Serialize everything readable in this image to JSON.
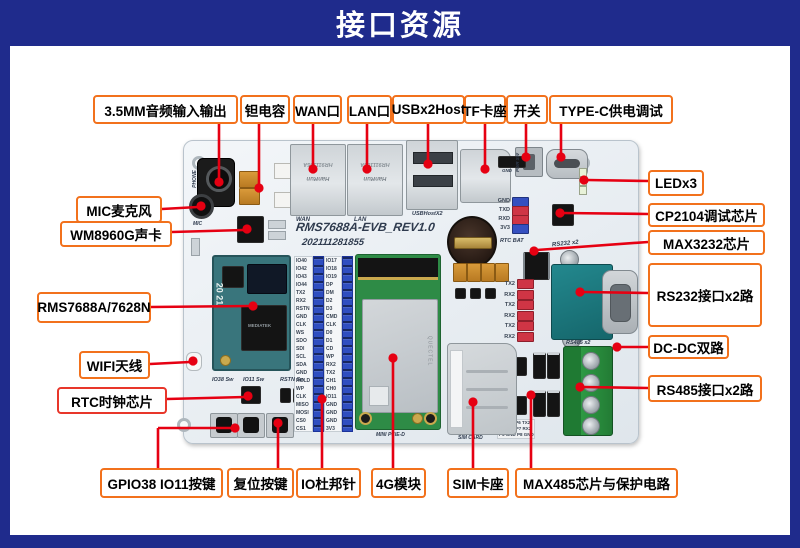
{
  "title": "接口资源",
  "colors": {
    "banner": "#1f2b8c",
    "label_border": "#f2711c",
    "label_border_red": "#e8362a",
    "line": "#e60012",
    "board": "#e9eef3"
  },
  "callouts": [
    {
      "id": "audio",
      "text": "3.5MM音频输入输出"
    },
    {
      "id": "tantalum",
      "text": "钽电容"
    },
    {
      "id": "wan",
      "text": "WAN口"
    },
    {
      "id": "lan",
      "text": "LAN口"
    },
    {
      "id": "usb",
      "text": "USBx2Host"
    },
    {
      "id": "tf",
      "text": "TF卡座"
    },
    {
      "id": "switch",
      "text": "开关"
    },
    {
      "id": "typec",
      "text": "TYPE-C供电调试"
    },
    {
      "id": "mic",
      "text": "MIC麦克风"
    },
    {
      "id": "soundcard",
      "text": "WM8960G声卡"
    },
    {
      "id": "soc",
      "text": "RMS7688A/7628N"
    },
    {
      "id": "wifi",
      "text": "WIFI天线"
    },
    {
      "id": "rtc",
      "text": "RTC时钟芯片"
    },
    {
      "id": "gpio",
      "text": "GPIO38 IO11按键"
    },
    {
      "id": "reset",
      "text": "复位按键"
    },
    {
      "id": "iopins",
      "text": "IO杜邦针"
    },
    {
      "id": "module4g",
      "text": "4G模块"
    },
    {
      "id": "sim",
      "text": "SIM卡座"
    },
    {
      "id": "max485",
      "text": "MAX485芯片与保护电路"
    },
    {
      "id": "led",
      "text": "LEDx3"
    },
    {
      "id": "cp2104",
      "text": "CP2104调试芯片"
    },
    {
      "id": "max3232",
      "text": "MAX3232芯片"
    },
    {
      "id": "rs232",
      "text": "RS232接口x2路"
    },
    {
      "id": "dcdc",
      "text": "DC-DC双路"
    },
    {
      "id": "rs485",
      "text": "RS485接口x2路"
    }
  ],
  "board": {
    "silkscreen": {
      "model": "RMS7688A-EVB_REV1.0",
      "serial": "202111281855",
      "wan": "WAN",
      "lan": "LAN",
      "ethernet_brand": "HanRun",
      "ethernet_part": "HR911105A",
      "usb": "USBHostX2",
      "phone": "PHONE",
      "mic": "MIC",
      "pwr_sw": "PWR SW",
      "gnd": "GND",
      "rtc_bat": "RTC BAT",
      "rs232": "RS232 x2",
      "rs485": "RS485 x2",
      "mini_pcie": "MINI PCIE-D",
      "sim": "SIM CARD",
      "io38_sw": "IO38 Sw",
      "io11_sw": "IO11 Sw",
      "rstn_sw": "RSTN Sw",
      "soc_brand": "MEDIATEK",
      "soc_sticker": "20 21",
      "module_brand": "QUECTEL"
    },
    "debug_jumper_labels": [
      "GND",
      "TXD",
      "RXD",
      "3V3"
    ],
    "rs232_jumper_labels": [
      "TX2",
      "RX2",
      "TX2",
      "RX2",
      "TX2",
      "RX2"
    ],
    "io_header_left": [
      "IO40",
      "IO42",
      "IO43",
      "IO44",
      "TX2",
      "RX2",
      "RSTN",
      "GND",
      "CLK",
      "WS",
      "SDO",
      "SDI",
      "SCL",
      "SDA",
      "GND",
      "HOLD",
      "WP",
      "CLK",
      "MISO",
      "MOSI",
      "CS0",
      "CS1"
    ],
    "io_header_right": [
      "IO17",
      "IO18",
      "IO19",
      "DP",
      "DM",
      "D2",
      "D3",
      "CMD",
      "CLK",
      "D0",
      "D1",
      "CD",
      "WP",
      "RX2",
      "TX2",
      "CH1",
      "CH0",
      "IO11",
      "GND",
      "GND",
      "GND",
      "3V3"
    ],
    "rs485_pin_text": [
      "P2 TX3 P6 TX2",
      "P3 RX3 P7 RX2",
      "P5 GND P8 GND"
    ]
  }
}
